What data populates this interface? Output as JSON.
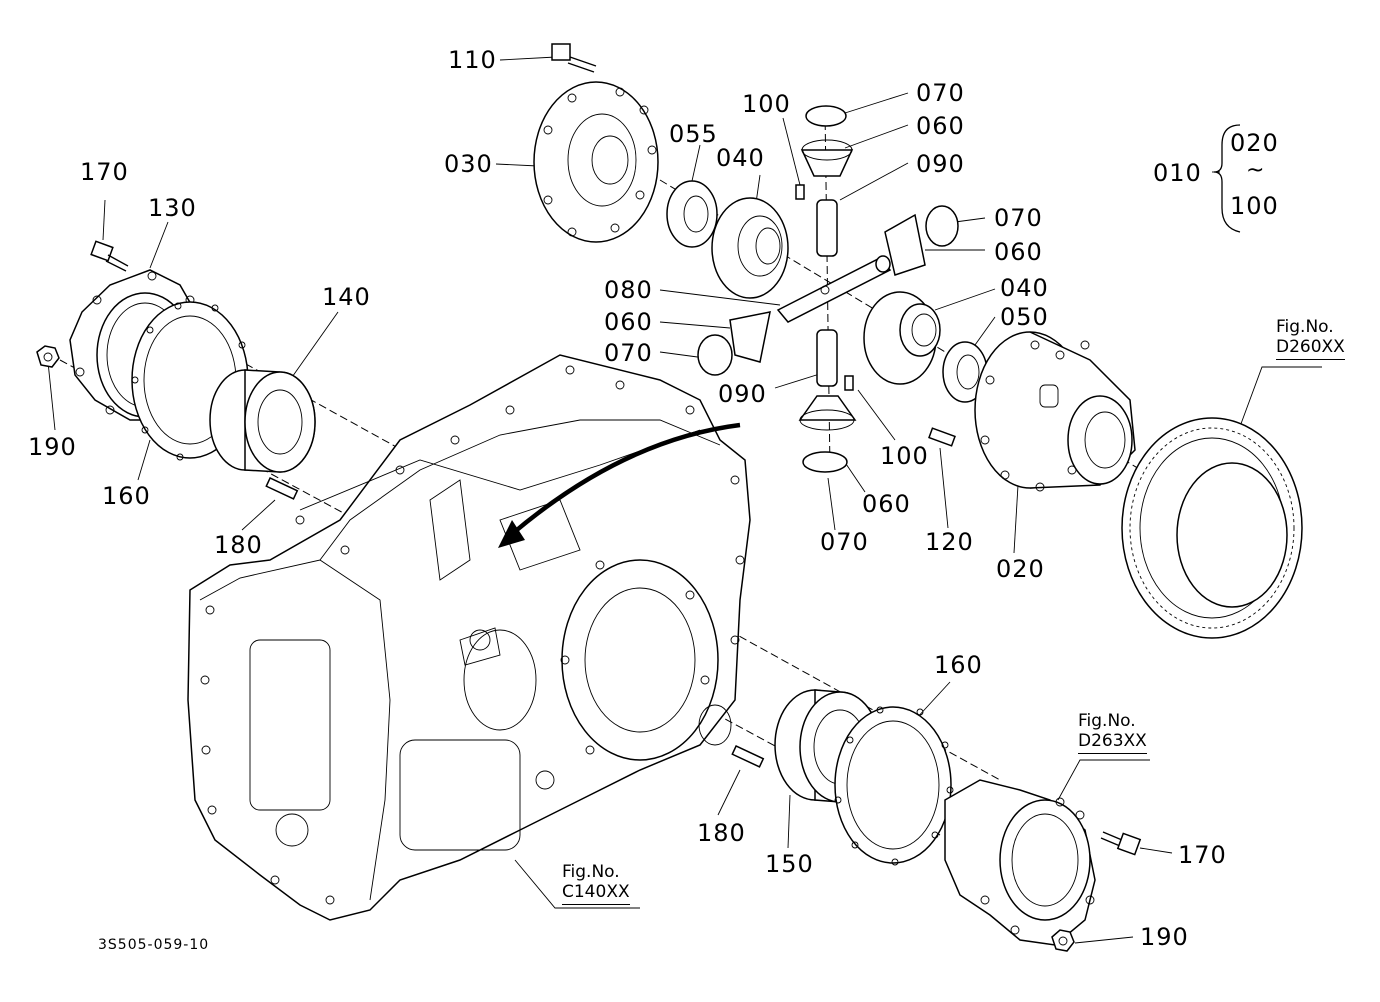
{
  "labels": {
    "l110": "110",
    "l070a": "070",
    "l100a": "100",
    "l060a": "060",
    "l055": "055",
    "l040a": "040",
    "l030": "030",
    "l090a": "090",
    "l010": "010",
    "l020a": "020",
    "l100b": "100",
    "l170a": "170",
    "l130": "130",
    "l070b": "070",
    "l060b": "060",
    "l140": "140",
    "l080": "080",
    "l040b": "040",
    "l050": "050",
    "l060c": "060",
    "l070c": "070",
    "l090b": "090",
    "l190a": "190",
    "l100c": "100",
    "l160a": "160",
    "l060d": "060",
    "l180a": "180",
    "l070d": "070",
    "l120": "120",
    "l020b": "020",
    "l160b": "160",
    "l180b": "180",
    "l150": "150",
    "l170b": "170",
    "l190b": "190"
  },
  "range_symbol": "~",
  "fig_refs": {
    "d260": {
      "prefix": "Fig.No.",
      "code": "D260XX"
    },
    "d263": {
      "prefix": "Fig.No.",
      "code": "D263XX"
    },
    "c140": {
      "prefix": "Fig.No.",
      "code": "C140XX"
    }
  },
  "doc_id": "3S505-059-10"
}
